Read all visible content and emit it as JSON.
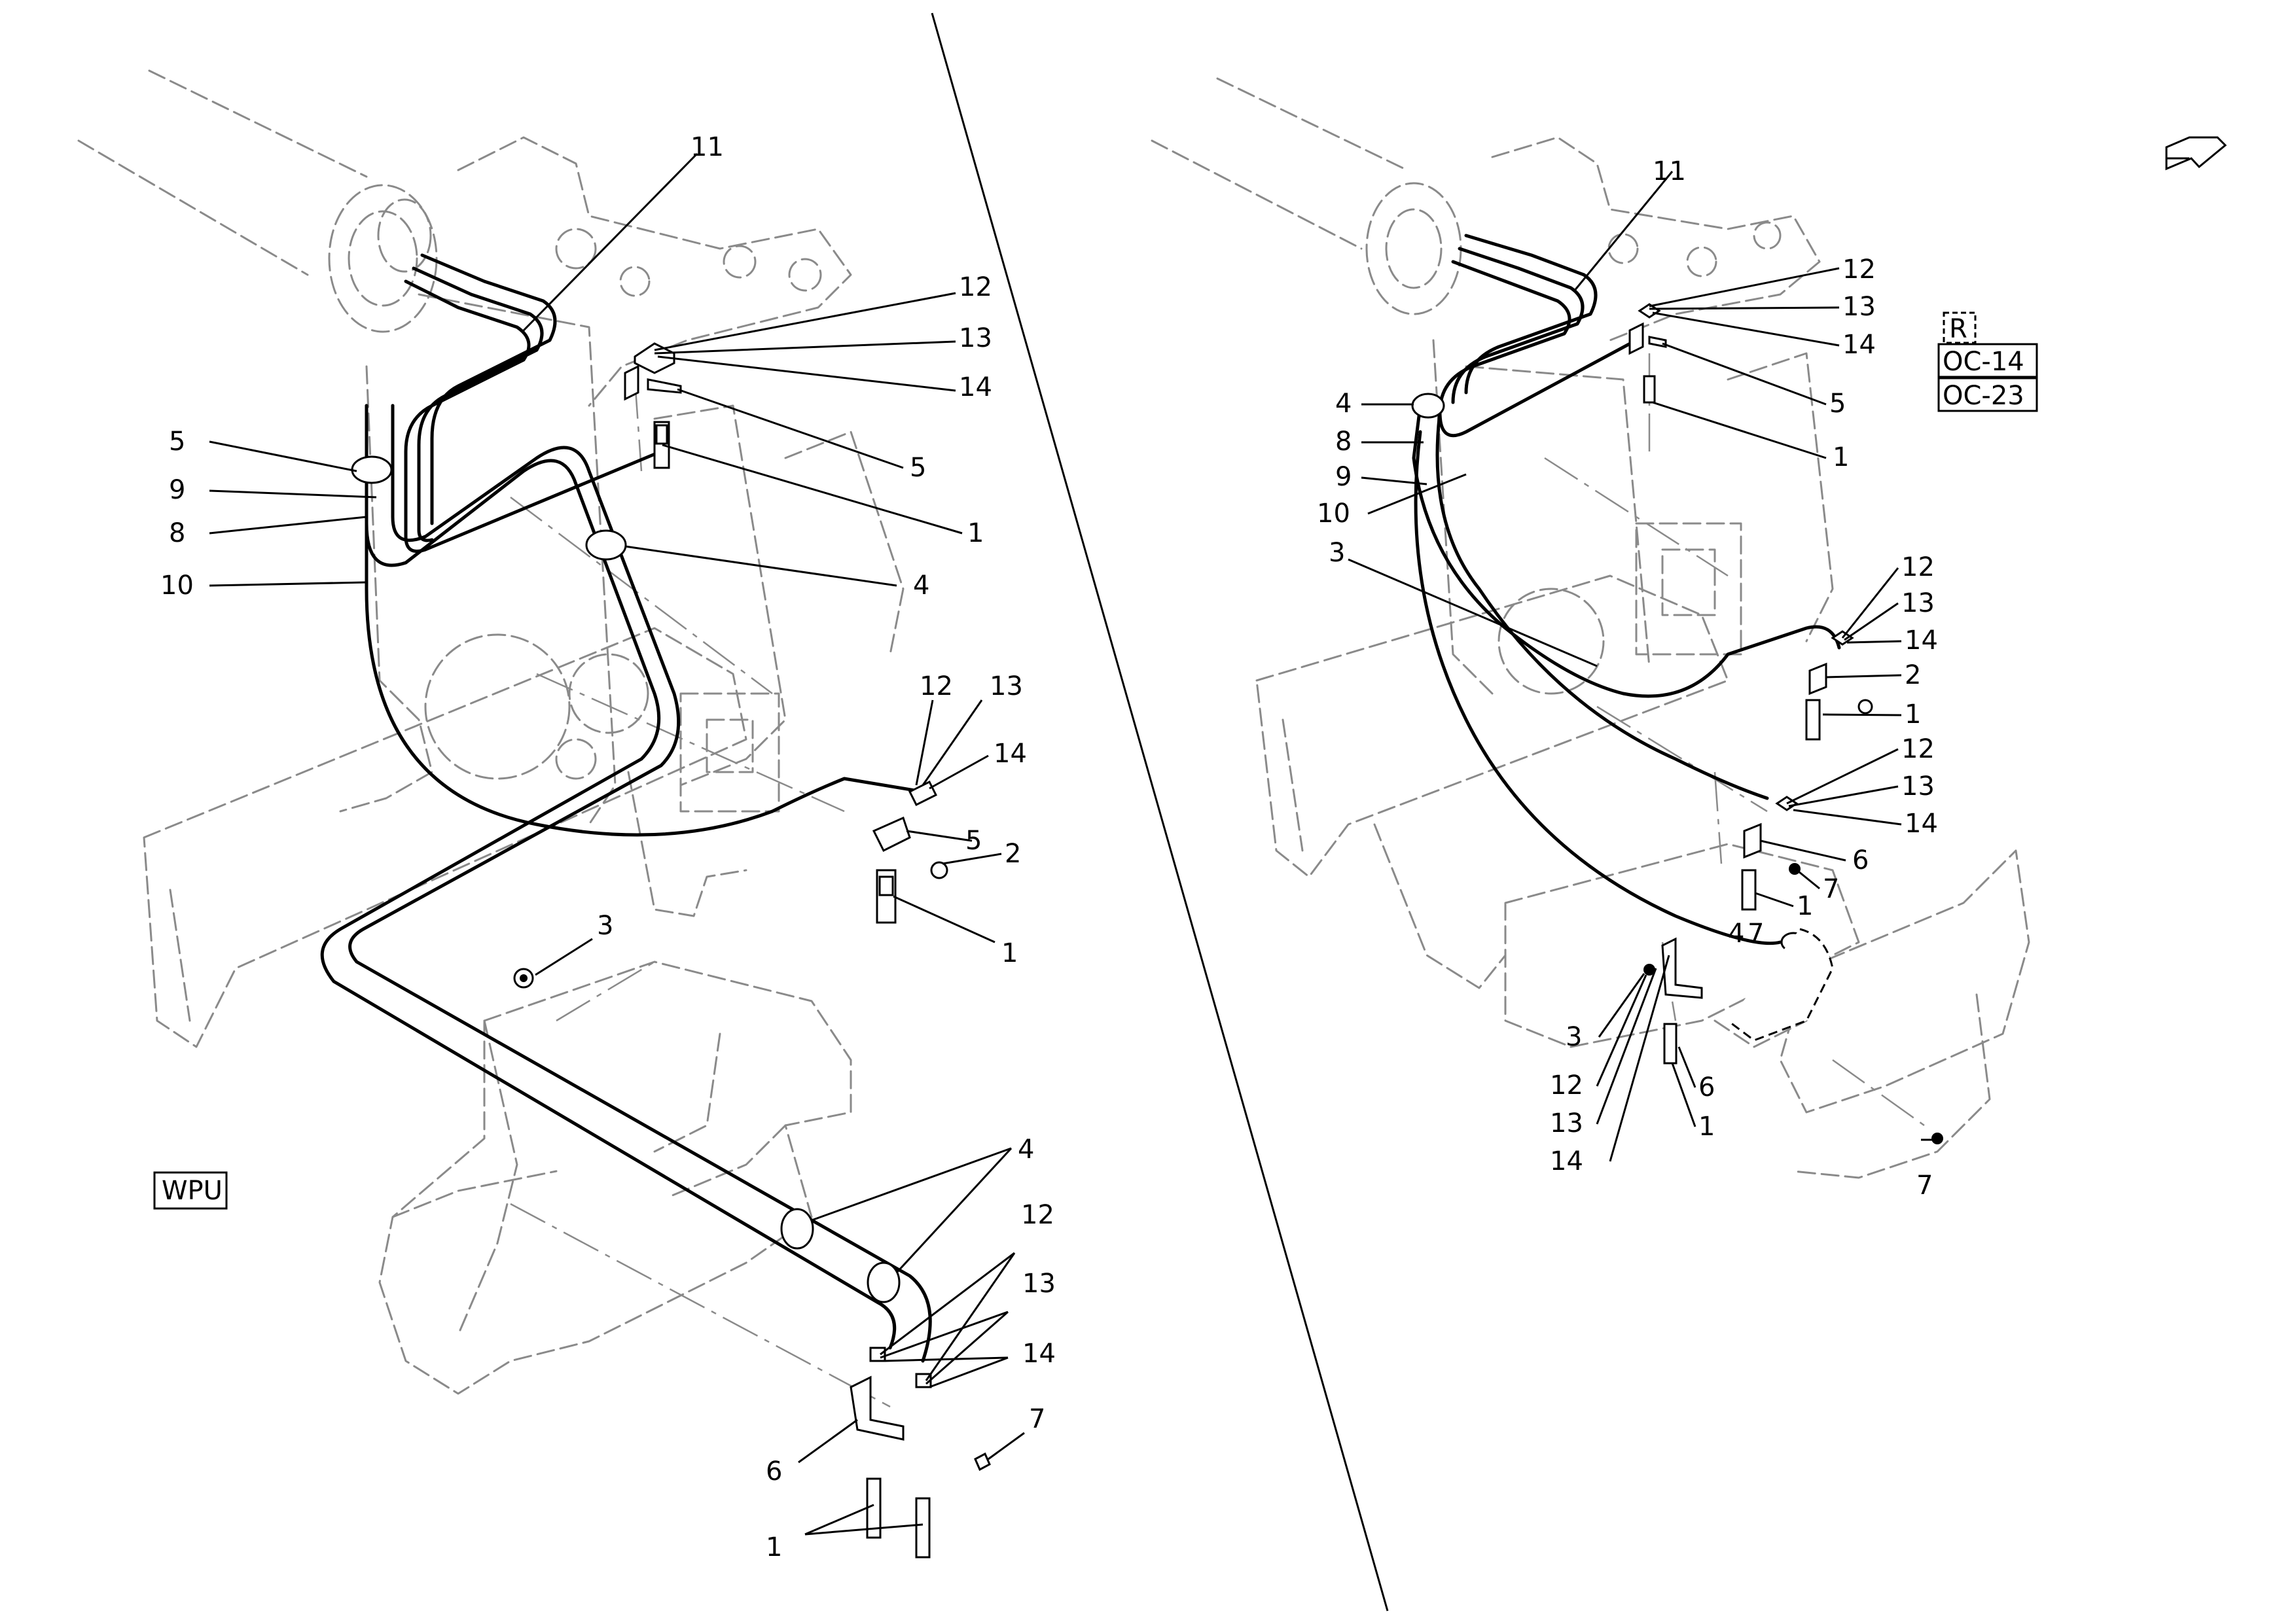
{
  "left_view": {
    "callouts": {
      "c11": "11",
      "c12a": "12",
      "c13a": "13",
      "c14a": "14",
      "c5a": "5",
      "c1a": "1",
      "c4a": "4",
      "c5b": "5",
      "c9": "9",
      "c8": "8",
      "c10": "10",
      "c12b": "12",
      "c13b": "13",
      "c14b": "14",
      "c5c": "5",
      "c2": "2",
      "c1b": "1",
      "c3": "3",
      "c4b": "4",
      "c12c": "12",
      "c13c": "13",
      "c14c": "14",
      "c7": "7",
      "c6": "6",
      "c1c": "1"
    },
    "badge": "WPU"
  },
  "right_view": {
    "callouts": {
      "c11": "11",
      "c12a": "12",
      "c13a": "13",
      "c14a": "14",
      "c5": "5",
      "c1a": "1",
      "c4": "4",
      "c8": "8",
      "c9": "9",
      "c10": "10",
      "c3": "3",
      "c12b": "12",
      "c13b": "13",
      "c14b": "14",
      "c2": "2",
      "c1b": "1",
      "c12c": "12",
      "c13c": "13",
      "c14c": "14",
      "c6a": "6",
      "c7a": "7",
      "c1c": "1",
      "c4b": "4",
      "c7b": "7",
      "c3b": "3",
      "c12d": "12",
      "c13d": "13",
      "c14d": "14",
      "c6b": "6",
      "c1d": "1",
      "c7c": "7"
    },
    "reference_box": {
      "r": "R",
      "ref1": "OC-14",
      "ref2": "OC-23"
    },
    "next_page_icon": "next-page-arrow-icon"
  }
}
